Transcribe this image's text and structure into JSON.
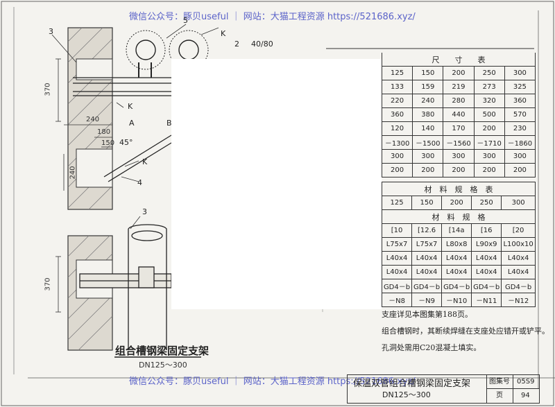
{
  "watermark": {
    "top": "微信公众号：豚贝useful ｜ 网站：大猫工程资源 https://521686.xyz/",
    "bottom": "微信公众号：豚贝useful ｜ 网站：大猫工程资源 https://521686.xyz/"
  },
  "callouts": {
    "c3_top": "3",
    "c5_top": "5",
    "c2_top": "2",
    "k1": "K",
    "k2": "K",
    "k3": "K",
    "ratio": "40/80",
    "a": "A",
    "b": "B",
    "c3_bottom": "3",
    "c4": "4",
    "angle": "45°"
  },
  "dims": {
    "d370_top": "370",
    "d240_top": "240",
    "d180": "180",
    "d150": "150",
    "d240_mid": "240",
    "d370_bottom": "370"
  },
  "drawing": {
    "title": "组合槽钢梁固定支架",
    "subtitle": "DN125～300"
  },
  "size_table": {
    "title": "尺　　寸　　表",
    "rows": [
      [
        "125",
        "150",
        "200",
        "250",
        "300"
      ],
      [
        "133",
        "159",
        "219",
        "273",
        "325"
      ],
      [
        "220",
        "240",
        "280",
        "320",
        "360"
      ],
      [
        "360",
        "380",
        "440",
        "500",
        "570"
      ],
      [
        "120",
        "140",
        "170",
        "200",
        "230"
      ],
      [
        "－1300",
        "－1500",
        "－1560",
        "－1710",
        "－1860"
      ],
      [
        "300",
        "300",
        "300",
        "300",
        "300"
      ],
      [
        "200",
        "200",
        "200",
        "200",
        "200"
      ]
    ]
  },
  "material_table": {
    "title": "材　料　规　格　表",
    "dn_row": [
      "125",
      "150",
      "200",
      "250",
      "300"
    ],
    "sub_title": "材　料　规　格",
    "rows": [
      [
        "[10",
        "[12.6",
        "[14a",
        "[16",
        "[20"
      ],
      [
        "L75x7",
        "L75x7",
        "L80x8",
        "L90x9",
        "L100x10"
      ],
      [
        "L40x4",
        "L40x4",
        "L40x4",
        "L40x4",
        "L40x4"
      ],
      [
        "L40x4",
        "L40x4",
        "L40x4",
        "L40x4",
        "L40x4"
      ]
    ],
    "gd_row_top": [
      "GD4－b",
      "GD4－b",
      "GD4－b",
      "GD4－b",
      "GD4－b"
    ],
    "gd_row_bottom": [
      "－N8",
      "－N9",
      "－N10",
      "－N11",
      "－N12"
    ]
  },
  "notes": [
    "支座详见本图集第188页。",
    "组合槽钢时，其断续焊缝在支座处应错开或铲平。",
    "孔洞处需用C20混凝土填实。"
  ],
  "title_block": {
    "name": "保温双管组合槽钢梁固定支架",
    "range": "DN125～300",
    "atlas_label": "图集号",
    "atlas_value": "05S9",
    "page_label": "页",
    "page_value": "94"
  }
}
